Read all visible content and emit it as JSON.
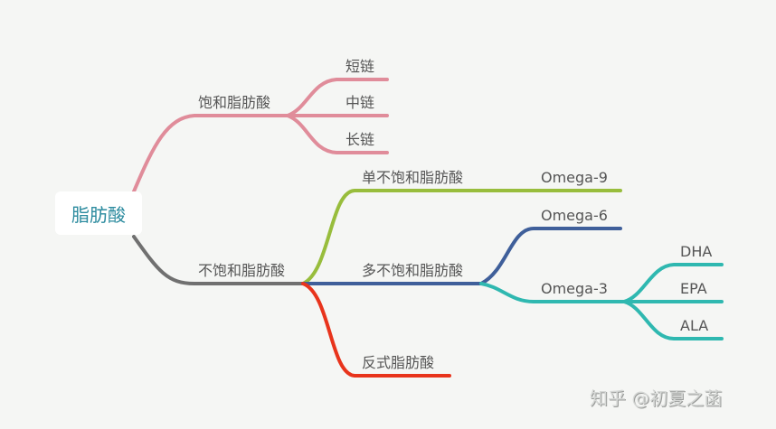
{
  "root": {
    "label": "脂肪酸",
    "color": "#2a8a9e"
  },
  "branches": {
    "saturated": {
      "label": "饱和脂肪酸",
      "color": "#e08c9a",
      "children": [
        {
          "label": "短链"
        },
        {
          "label": "中链"
        },
        {
          "label": "长链"
        }
      ]
    },
    "unsaturated": {
      "label": "不饱和脂肪酸",
      "color": "#707070",
      "children": [
        {
          "label": "单不饱和脂肪酸",
          "color": "#98bd3c",
          "children": [
            {
              "label": "Omega-9"
            }
          ]
        },
        {
          "label": "多不饱和脂肪酸",
          "color": "#3f5f9a",
          "children": [
            {
              "label": "Omega-6",
              "color": "#3f5f9a"
            },
            {
              "label": "Omega-3",
              "color": "#2fb8b0",
              "children": [
                {
                  "label": "DHA"
                },
                {
                  "label": "EPA"
                },
                {
                  "label": "ALA"
                }
              ]
            }
          ]
        },
        {
          "label": "反式脂肪酸",
          "color": "#e8341c"
        }
      ]
    }
  },
  "watermark": "知乎 @初夏之菡"
}
